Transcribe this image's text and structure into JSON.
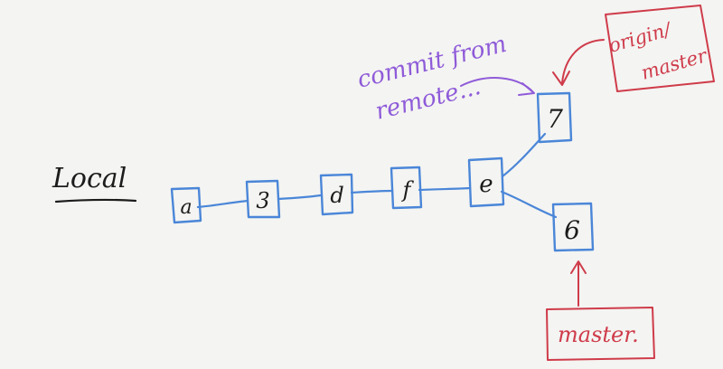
{
  "diagram": {
    "section_label": "Local",
    "commits": [
      {
        "id": "a",
        "label": "a"
      },
      {
        "id": "3",
        "label": "3"
      },
      {
        "id": "d",
        "label": "d"
      },
      {
        "id": "f",
        "label": "f"
      },
      {
        "id": "e",
        "label": "e"
      },
      {
        "id": "7",
        "label": "7"
      },
      {
        "id": "6",
        "label": "6"
      }
    ],
    "edges": [
      {
        "from": "a",
        "to": "3"
      },
      {
        "from": "3",
        "to": "d"
      },
      {
        "from": "d",
        "to": "f"
      },
      {
        "from": "f",
        "to": "e"
      },
      {
        "from": "e",
        "to": "7"
      },
      {
        "from": "e",
        "to": "6"
      }
    ],
    "annotations": {
      "remote_note_line1": "commit from",
      "remote_note_line2": "remote...",
      "origin_line1": "origin/",
      "origin_line2": "master",
      "master_label": "master."
    },
    "colors": {
      "background": "#f4f4f2",
      "commit_blue": "#4a86d8",
      "annotation_red": "#cf3b4a",
      "annotation_purple": "#8f5bd9",
      "ink": "#1c1c1c"
    }
  }
}
